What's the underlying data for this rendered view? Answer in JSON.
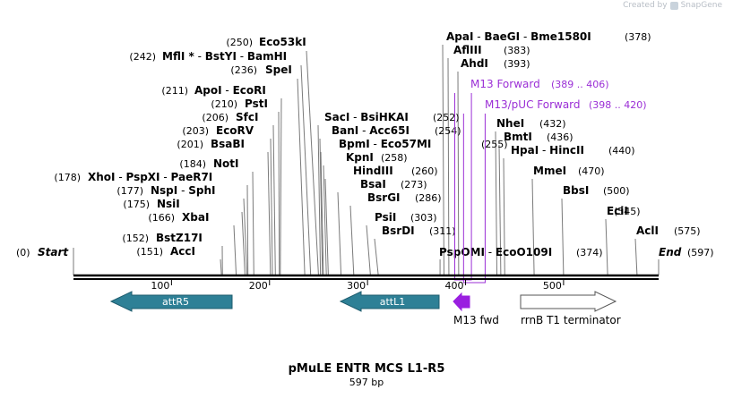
{
  "watermark": {
    "created_by": "Created by",
    "brand": "SnapGene"
  },
  "sequence": {
    "name": "pMuLE ENTR MCS L1-R5",
    "length_label": "597 bp",
    "length": 597
  },
  "ends": {
    "start_pos": "(0)",
    "start_label": "Start",
    "end_label": "End",
    "end_pos": "(597)"
  },
  "sites": [
    {
      "pos": "(250)",
      "names": [
        "Eco53kI"
      ]
    },
    {
      "pos": "(242)",
      "names": [
        "MflI *",
        "BstYI",
        "BamHI"
      ]
    },
    {
      "pos": "(236)",
      "names": [
        "SpeI"
      ]
    },
    {
      "pos": "(211)",
      "names": [
        "ApoI",
        "EcoRI"
      ]
    },
    {
      "pos": "(210)",
      "names": [
        "PstI"
      ]
    },
    {
      "pos": "(206)",
      "names": [
        "SfcI"
      ]
    },
    {
      "pos": "(203)",
      "names": [
        "EcoRV"
      ]
    },
    {
      "pos": "(201)",
      "names": [
        "BsaBI"
      ]
    },
    {
      "pos": "(184)",
      "names": [
        "NotI"
      ]
    },
    {
      "pos": "(178)",
      "names": [
        "XhoI",
        "PspXI",
        "PaeR7I"
      ]
    },
    {
      "pos": "(177)",
      "names": [
        "NspI",
        "SphI"
      ]
    },
    {
      "pos": "(175)",
      "names": [
        "NsiI"
      ]
    },
    {
      "pos": "(166)",
      "names": [
        "XbaI"
      ]
    },
    {
      "pos": "(152)",
      "names": [
        "BstZ17I"
      ]
    },
    {
      "pos": "(151)",
      "names": [
        "AccI"
      ]
    },
    {
      "pos": "(252)",
      "names": [
        "SacI",
        "BsiHKAI"
      ]
    },
    {
      "pos": "(254)",
      "names": [
        "BanI",
        "Acc65I"
      ]
    },
    {
      "pos": "(255)",
      "names": [
        "BpmI",
        "Eco57MI"
      ]
    },
    {
      "pos": "(258)",
      "names": [
        "KpnI"
      ]
    },
    {
      "pos": "(260)",
      "names": [
        "HindIII"
      ]
    },
    {
      "pos": "(273)",
      "names": [
        "BsaI"
      ]
    },
    {
      "pos": "(286)",
      "names": [
        "BsrGI"
      ]
    },
    {
      "pos": "(303)",
      "names": [
        "PsiI"
      ]
    },
    {
      "pos": "(311)",
      "names": [
        "BsrDI"
      ]
    },
    {
      "pos": "(378)",
      "names": [
        "ApaI",
        "BaeGI",
        "Bme1580I"
      ]
    },
    {
      "pos": "(383)",
      "names": [
        "AflIII"
      ]
    },
    {
      "pos": "(393)",
      "names": [
        "AhdI"
      ]
    },
    {
      "pos": "(432)",
      "names": [
        "NheI"
      ]
    },
    {
      "pos": "(436)",
      "names": [
        "BmtI"
      ]
    },
    {
      "pos": "(440)",
      "names": [
        "HpaI",
        "HincII"
      ]
    },
    {
      "pos": "(470)",
      "names": [
        "MmeI"
      ]
    },
    {
      "pos": "(500)",
      "names": [
        "BbsI"
      ]
    },
    {
      "pos": "(545)",
      "names": [
        "EciI"
      ]
    },
    {
      "pos": "(575)",
      "names": [
        "AclI"
      ]
    },
    {
      "pos": "(374)",
      "names": [
        "PspOMI",
        "EcoO109I"
      ]
    }
  ],
  "primers": [
    {
      "name": "M13 Forward",
      "range": "(389 .. 406)"
    },
    {
      "name": "M13/pUC Forward",
      "range": "(398 .. 420)"
    }
  ],
  "ruler": {
    "ticks": [
      "100",
      "200",
      "300",
      "400",
      "500"
    ]
  },
  "features": [
    {
      "name": "attR5",
      "type": "attR",
      "strand": "reverse"
    },
    {
      "name": "attL1",
      "type": "attL",
      "strand": "reverse"
    },
    {
      "name": "M13 fwd",
      "type": "primer_bind",
      "strand": "reverse"
    },
    {
      "name": "rrnB T1 terminator",
      "type": "terminator",
      "strand": "forward"
    }
  ],
  "colors": {
    "backbone": "#000000",
    "site_line": "#7a7a7a",
    "primer": "#9b2fd6",
    "att_feature": "#2e8096",
    "att_feature_stroke": "#1e5c6e",
    "primer_feature": "#9a1fe0",
    "terminator_fill": "#ffffff",
    "terminator_stroke": "#555555",
    "watermark": "#b8bec6"
  }
}
